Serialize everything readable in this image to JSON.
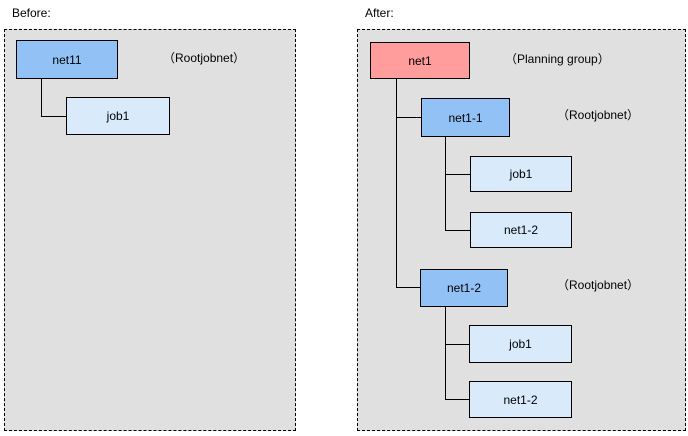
{
  "colors": {
    "panel_bg": "#e0e0e0",
    "rootjobnet_blue": "#92c2f5",
    "job_light_blue": "#d9eafb",
    "planning_group_pink": "#ff9c9c",
    "line_black": "#000000"
  },
  "before": {
    "title": "Before:",
    "root": {
      "label": "net11",
      "annotation": "（Rootjobnet）"
    },
    "children": [
      {
        "label": "job1"
      }
    ]
  },
  "after": {
    "title": "After:",
    "root": {
      "label": "net1",
      "annotation": "（Planning group）"
    },
    "subnets": [
      {
        "label": "net1-1",
        "annotation": "（Rootjobnet）",
        "children": [
          "job1",
          "net1-2"
        ]
      },
      {
        "label": "net1-2",
        "annotation": "（Rootjobnet）",
        "children": [
          "job1",
          "net1-2"
        ]
      }
    ]
  }
}
